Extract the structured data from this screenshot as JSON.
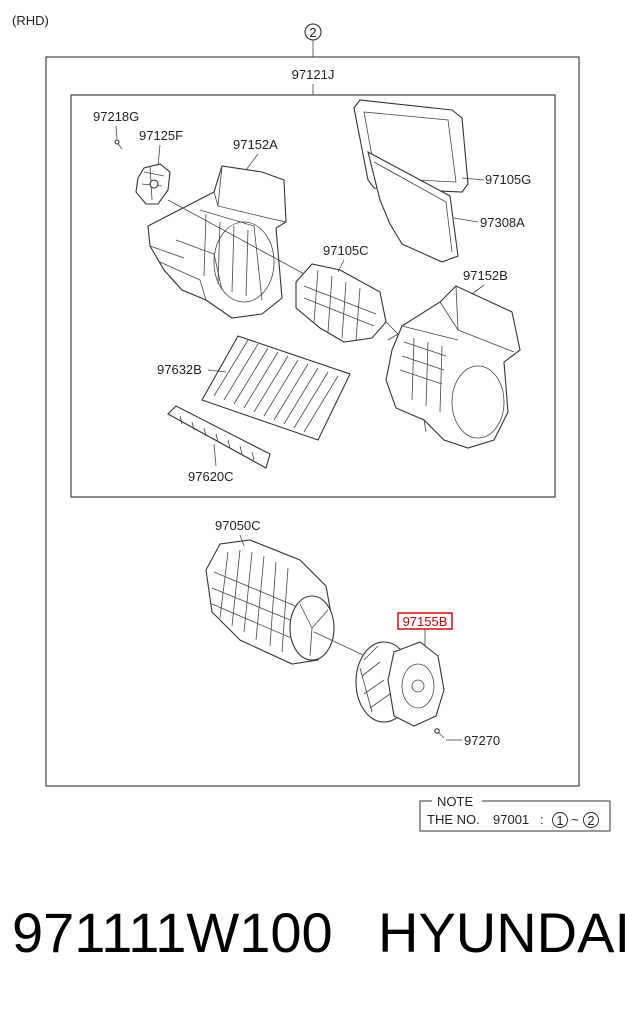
{
  "diagram": {
    "variant": "(RHD)",
    "assembly_ref": "2",
    "assembly_label": "97121J",
    "callouts": {
      "bolt": "97218G",
      "actuator": "97125F",
      "case_upper": "97152A",
      "seal": "97105G",
      "door": "97308A",
      "duct": "97105C",
      "case_lower": "97152B",
      "filter": "97632B",
      "filter_cover": "97620C",
      "fan": "97050C",
      "motor": "97155B",
      "screw": "97270"
    },
    "highlight_color": "#cc0000"
  },
  "note": {
    "heading": "NOTE",
    "prefix": "THE NO.",
    "number": "97001",
    "separator": ":",
    "range_start": "1",
    "range_tilde": "~",
    "range_end": "2"
  },
  "footer": {
    "part_number": "971111W100",
    "brand": "HYUNDAI"
  }
}
